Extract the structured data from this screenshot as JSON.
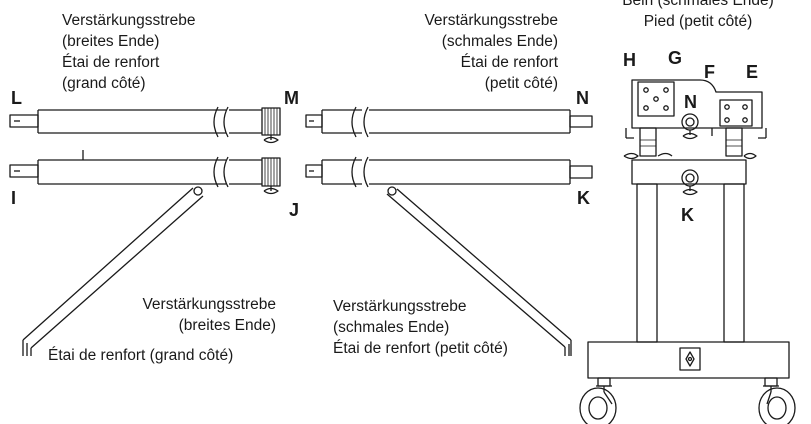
{
  "labels": {
    "top_left": {
      "line1": "Verstärkungsstrebe",
      "line2": "(breites Ende)",
      "line3": "Étai de renfort",
      "line4": "(grand côté)"
    },
    "top_middle": {
      "line1": "Verstärkungsstrebe",
      "line2": "(schmales Ende)",
      "line3": "Étai de renfort",
      "line4": "(petit côté)"
    },
    "top_right": {
      "line1": "Bein (schmales Ende)",
      "line2": "Pied (petit côté)"
    },
    "bottom_left": {
      "line1": "Verstärkungsstrebe",
      "line2": "(breites Ende)",
      "line3": "Étai de renfort (grand côté)"
    },
    "bottom_middle": {
      "line1": "Verstärkungsstrebe",
      "line2": "(schmales Ende)",
      "line3": "Étai de renfort (petit côté)"
    }
  },
  "letters": {
    "L": "L",
    "M": "M",
    "N": "N",
    "I": "I",
    "J": "J",
    "K": "K",
    "H": "H",
    "G": "G",
    "F": "F",
    "E": "E",
    "N2": "N",
    "K2": "K"
  }
}
